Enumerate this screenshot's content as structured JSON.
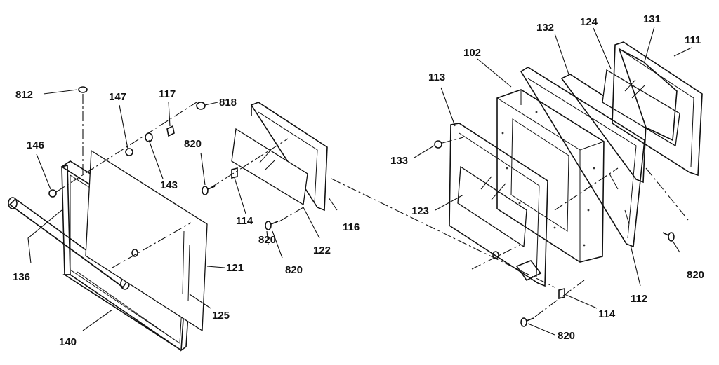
{
  "diagram": {
    "labels": {
      "p812": "812",
      "p147": "147",
      "p117": "117",
      "p818": "818",
      "p146": "146",
      "p143": "143",
      "p820a": "820",
      "p114a": "114",
      "p116": "116",
      "p820b": "820",
      "p122": "122",
      "p136": "136",
      "p121": "121",
      "p820c": "820",
      "p125": "125",
      "p140": "140",
      "p113": "113",
      "p102": "102",
      "p132": "132",
      "p124": "124",
      "p131": "131",
      "p111": "111",
      "p133": "133",
      "p123": "123",
      "p820d": "820",
      "p112": "112",
      "p114b": "114",
      "p820e": "820"
    }
  }
}
